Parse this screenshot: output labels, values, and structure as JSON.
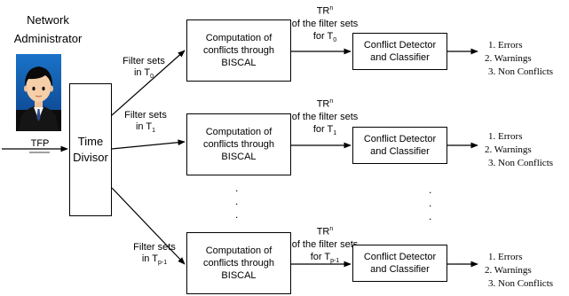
{
  "admin": {
    "title_line1": "Network",
    "title_line2": "Administrator"
  },
  "input_label": "TFP",
  "time_divisor": {
    "line1": "Time",
    "line2": "Divisor"
  },
  "stages": [
    {
      "filter_line1": "Filter sets",
      "filter_line2_prefix": "in T",
      "filter_sub": "0",
      "compute_lines": [
        "Computation of",
        "conflicts through",
        "BISCAL"
      ],
      "tr_main": "TR",
      "tr_sup": "n",
      "tr_line2": "of the filter sets",
      "tr_line3_prefix": "for T",
      "tr_sub": "0",
      "detector_lines": [
        "Conflict Detector",
        "and Classifier"
      ],
      "outputs": [
        "1.  Errors",
        "2.  Warnings",
        "3.  Non Conflicts"
      ]
    },
    {
      "filter_line1": "Filter sets",
      "filter_line2_prefix": "in T",
      "filter_sub": "1",
      "compute_lines": [
        "Computation of",
        "conflicts through",
        "BISCAL"
      ],
      "tr_main": "TR",
      "tr_sup": "n",
      "tr_line2": "of the filter sets",
      "tr_line3_prefix": "for T",
      "tr_sub": "1",
      "detector_lines": [
        "Conflict Detector",
        "and Classifier"
      ],
      "outputs": [
        "1.  Errors",
        "2.  Warnings",
        "3.  Non Conflicts"
      ]
    },
    {
      "filter_line1": "Filter sets",
      "filter_line2_prefix": "in T",
      "filter_sub": "p-1",
      "compute_lines": [
        "Computation of",
        "conflicts through",
        "BISCAL"
      ],
      "tr_main": "TR",
      "tr_sup": "n",
      "tr_line2": "of the filter sets",
      "tr_line3_prefix": "for T",
      "tr_sub": "p-1",
      "detector_lines": [
        "Conflict Detector",
        "and Classifier"
      ],
      "outputs": [
        "1.  Errors",
        "2.  Warnings",
        "3.  Non Conflicts"
      ]
    }
  ],
  "ellipsis": "."
}
